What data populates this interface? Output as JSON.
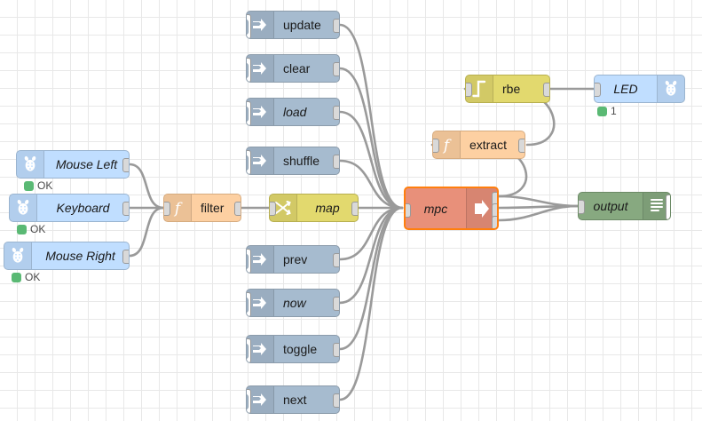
{
  "app": {
    "name": "Node-RED flow editor canvas",
    "grid_size": 20
  },
  "colors": {
    "canvas_background": "#ffffff",
    "grid_line": "#e8e8e8",
    "wire": "#9a9a9a",
    "inject_node": "#a6bbcf",
    "rpi_node": "#c0deff",
    "function_node": "#fdd0a2",
    "switch_node": "#e2d96e",
    "rbe_node": "#e2d96e",
    "mpc_node": "#e8907a",
    "debug_node": "#87a980",
    "selection_outline": "#ff7f0e",
    "status_ok": "#5ab974"
  },
  "nodes": {
    "inject_update": {
      "label": "update",
      "icon": "inject-arrow-icon",
      "italic": false
    },
    "inject_clear": {
      "label": "clear",
      "icon": "inject-arrow-icon",
      "italic": false
    },
    "inject_load": {
      "label": "load",
      "icon": "inject-arrow-icon",
      "italic": true
    },
    "inject_shuffle": {
      "label": "shuffle",
      "icon": "inject-arrow-icon",
      "italic": false
    },
    "inject_prev": {
      "label": "prev",
      "icon": "inject-arrow-icon",
      "italic": false
    },
    "inject_now": {
      "label": "now",
      "icon": "inject-arrow-icon",
      "italic": true
    },
    "inject_toggle": {
      "label": "toggle",
      "icon": "inject-arrow-icon",
      "italic": false
    },
    "inject_next": {
      "label": "next",
      "icon": "inject-arrow-icon",
      "italic": false
    },
    "rpi_mouse_left": {
      "label": "Mouse Left",
      "icon": "raspberry-pi-icon",
      "italic": true,
      "status": "OK"
    },
    "rpi_keyboard": {
      "label": "Keyboard",
      "icon": "raspberry-pi-icon",
      "italic": true,
      "status": "OK"
    },
    "rpi_mouse_right": {
      "label": "Mouse Right",
      "icon": "raspberry-pi-icon",
      "italic": true,
      "status": "OK"
    },
    "fn_filter": {
      "label": "filter",
      "icon": "function-f-icon",
      "italic": false
    },
    "sw_map": {
      "label": "map",
      "icon": "switch-icon",
      "italic": true
    },
    "mpc": {
      "label": "mpc",
      "icon": "play-arrow-icon",
      "italic": true,
      "selected": true,
      "outputs": 3
    },
    "fn_extract": {
      "label": "extract",
      "icon": "function-f-icon",
      "italic": false
    },
    "rbe": {
      "label": "rbe",
      "icon": "step-function-icon",
      "italic": false
    },
    "rpi_led": {
      "label": "LED",
      "icon": "raspberry-pi-icon",
      "italic": true,
      "status": "1"
    },
    "debug_output": {
      "label": "output",
      "icon": "debug-lines-icon",
      "italic": true
    }
  }
}
